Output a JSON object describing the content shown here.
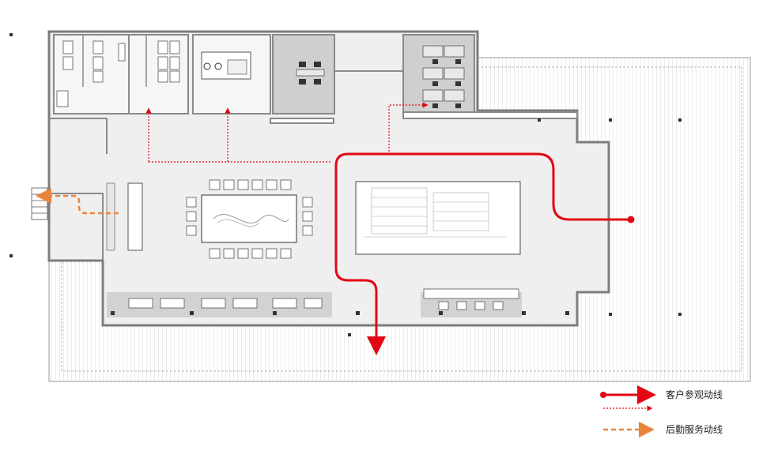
{
  "legend": {
    "items": [
      {
        "label": "客户参观动线",
        "style": "solid-red-arrow",
        "color": "#e30613"
      },
      {
        "label": "",
        "style": "dotted-red-arrow",
        "color": "#e30613"
      },
      {
        "label": "后勤服务动线",
        "style": "dashed-orange-arrow",
        "color": "#e8853c"
      }
    ]
  },
  "colors": {
    "floor": "#efefef",
    "wall": "#8a8a8a",
    "deck_line": "#d6d6d6",
    "office_shade": "#cfcfcf",
    "desk_strip": "#d2d2d2",
    "visitor_route": "#e30613",
    "service_route": "#e8853c"
  }
}
